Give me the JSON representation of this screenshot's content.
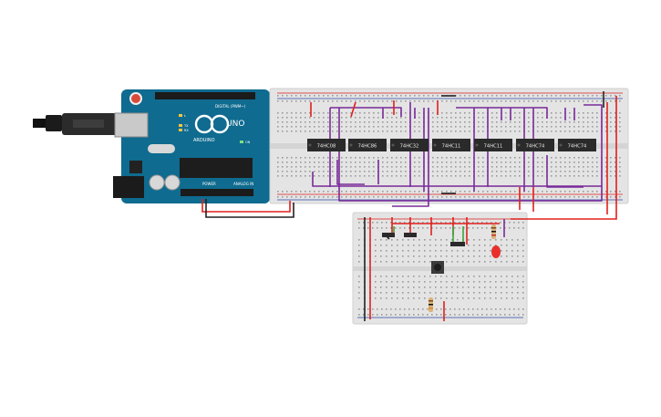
{
  "arduino": {
    "brand": "ARDUINO",
    "model": "UNO",
    "digital_header_label": "DIGITAL (PWM~)",
    "power_label": "POWER",
    "analog_label": "ANALOG IN",
    "led_labels": [
      "L",
      "TX",
      "RX"
    ],
    "on_label": "ON"
  },
  "chips": [
    "74HC08",
    "74HC86",
    "74HC32",
    "74HC11",
    "74HC11",
    "74HC74",
    "74HC74"
  ],
  "colors": {
    "board_blue": "#0f6b8f",
    "breadboard": "#e4e4e4",
    "wire_red": "#e0201c",
    "wire_purple": "#7a2a9a",
    "wire_black": "#222222",
    "wire_green": "#3aa53a",
    "chip": "#2a2a2a",
    "led_red": "#e8312c"
  }
}
